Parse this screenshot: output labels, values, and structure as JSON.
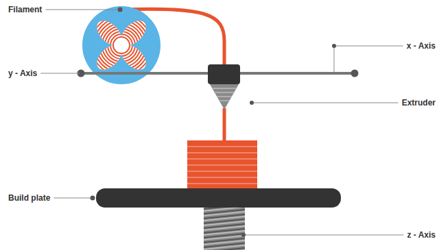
{
  "diagram": {
    "labels": [
      "Filament",
      "y - Axis",
      "x - Axis",
      "Extruder",
      "Build plate",
      "z - Axis"
    ]
  }
}
